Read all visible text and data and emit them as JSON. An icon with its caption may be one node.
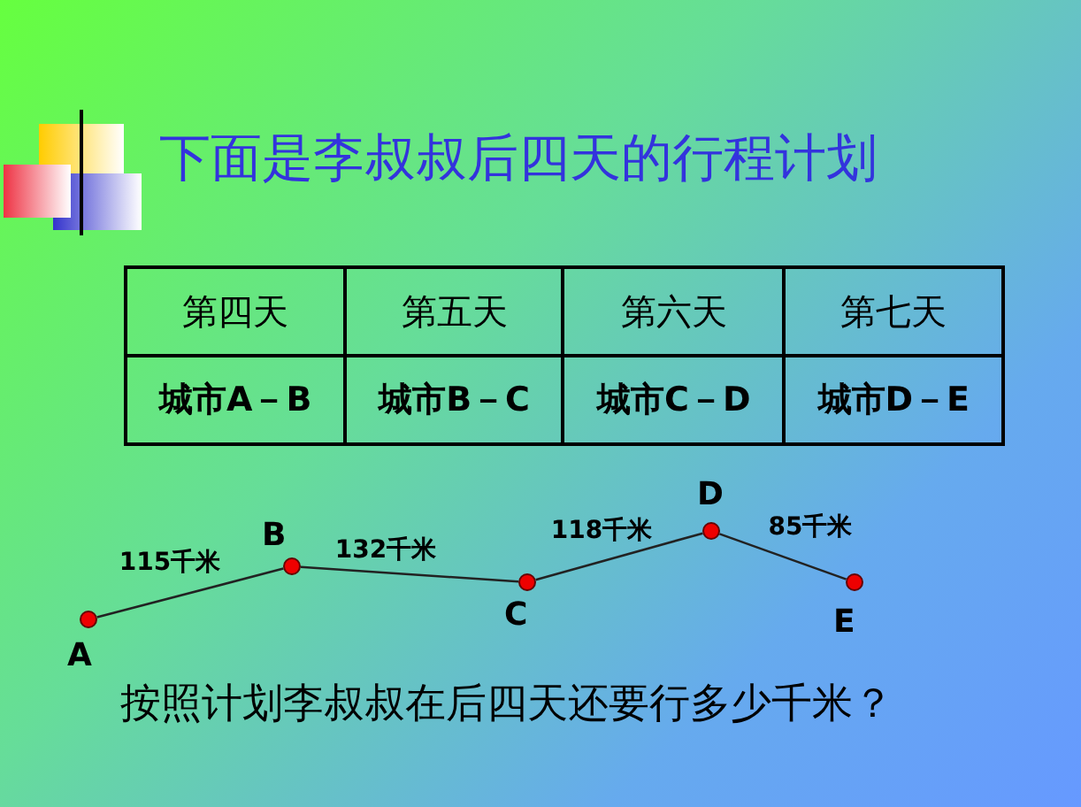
{
  "diagram": {
    "title": "下面是李叔叔后四天的行程计划",
    "nodes": [
      {
        "text": [],
        "shape": "circle",
        "beside": [
          "A"
        ]
      },
      {
        "text": [],
        "shape": "circle",
        "beside": [
          "B"
        ]
      },
      {
        "text": [],
        "shape": "circle",
        "beside": [
          "C"
        ]
      },
      {
        "text": [],
        "shape": "circle",
        "beside": [
          "D"
        ]
      },
      {
        "text": [],
        "shape": "circle",
        "beside": [
          "E"
        ]
      }
    ],
    "edges": [
      {
        "from": 0,
        "to": 1,
        "arrow": "none",
        "label": "115千米"
      },
      {
        "from": 1,
        "to": 2,
        "arrow": "none",
        "label": "132千米"
      },
      {
        "from": 2,
        "to": 3,
        "arrow": "none",
        "label": "118千米"
      },
      {
        "from": 3,
        "to": 4,
        "arrow": "none",
        "label": "85千米"
      }
    ],
    "labels": [
      "第四天",
      "第五天",
      "第六天",
      "第七天",
      "城市A－B",
      "城市B－C",
      "城市C－D",
      "城市D－E",
      "按照计划李叔叔在后四天还要行多少千米？"
    ]
  }
}
